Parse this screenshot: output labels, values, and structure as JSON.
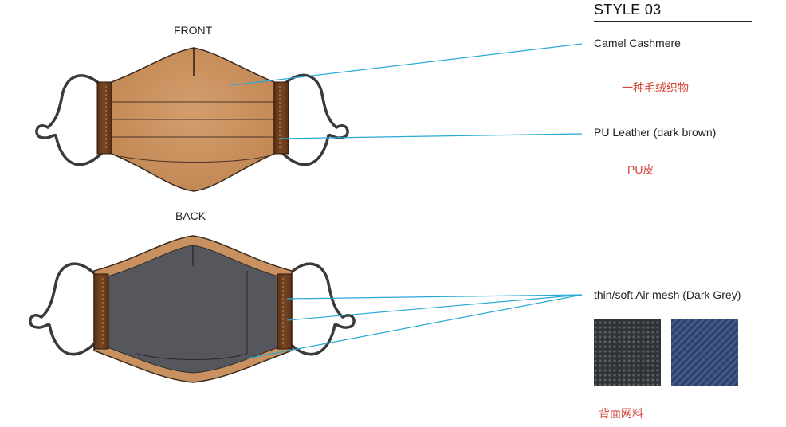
{
  "views": {
    "front_label": "FRONT",
    "back_label": "BACK"
  },
  "style_title": "STYLE 03",
  "materials": {
    "cashmere": {
      "name": "Camel Cashmere",
      "cn": "一种毛绒织物"
    },
    "leather": {
      "name": "PU Leather (dark brown)",
      "cn": "PU皮"
    },
    "mesh": {
      "name": "thin/soft Air mesh (Dark Grey)",
      "cn": "背面网料"
    }
  },
  "colors": {
    "camel": "#c9915f",
    "leather": "#6b3d1c",
    "mesh": "#56575c",
    "callout_line": "#29a9d6",
    "accent_text": "#d4453b",
    "swatch_grey": "#3c3f44",
    "swatch_blue": "#34486f"
  }
}
